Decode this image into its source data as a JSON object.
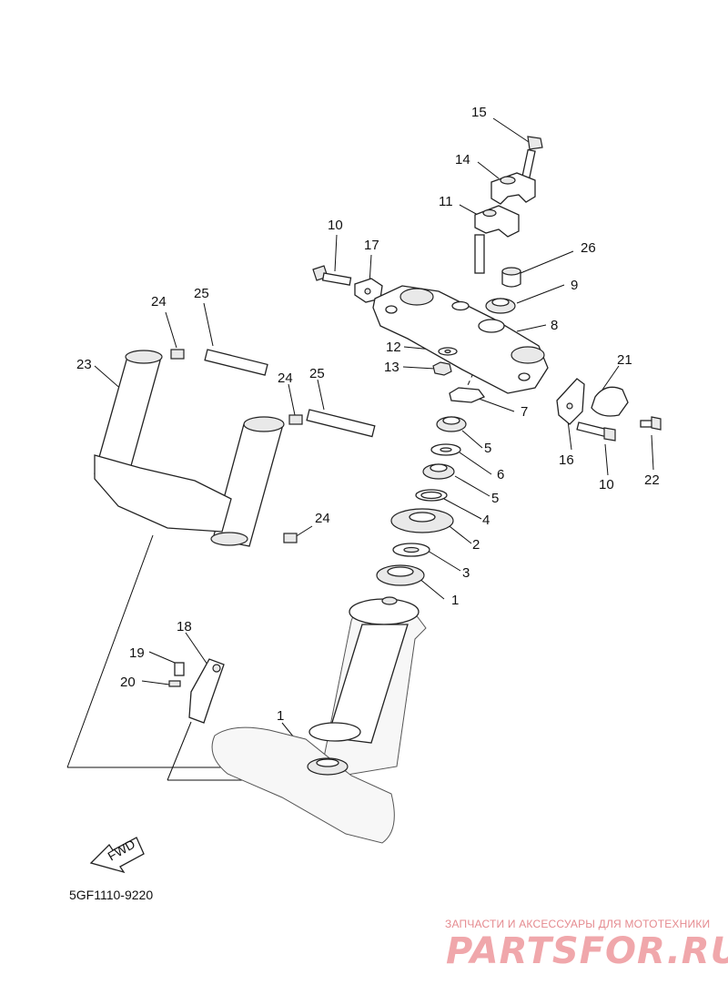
{
  "diagram": {
    "part_code": "5GF1110-9220",
    "fwd_label": "FWD",
    "callouts": [
      "15",
      "14",
      "11",
      "10",
      "17",
      "26",
      "9",
      "8",
      "12",
      "13",
      "7",
      "21",
      "5",
      "6",
      "16",
      "10",
      "22",
      "24",
      "25",
      "23",
      "24",
      "25",
      "5",
      "4",
      "2",
      "3",
      "24",
      "1",
      "18",
      "19",
      "20",
      "1"
    ]
  },
  "watermark": {
    "subtitle": "ЗАПЧАСТИ И АКСЕССУАРЫ ДЛЯ МОТОТЕХНИКИ",
    "brand": "PARTSFOR.RU",
    "color": "#f0a7ab"
  }
}
